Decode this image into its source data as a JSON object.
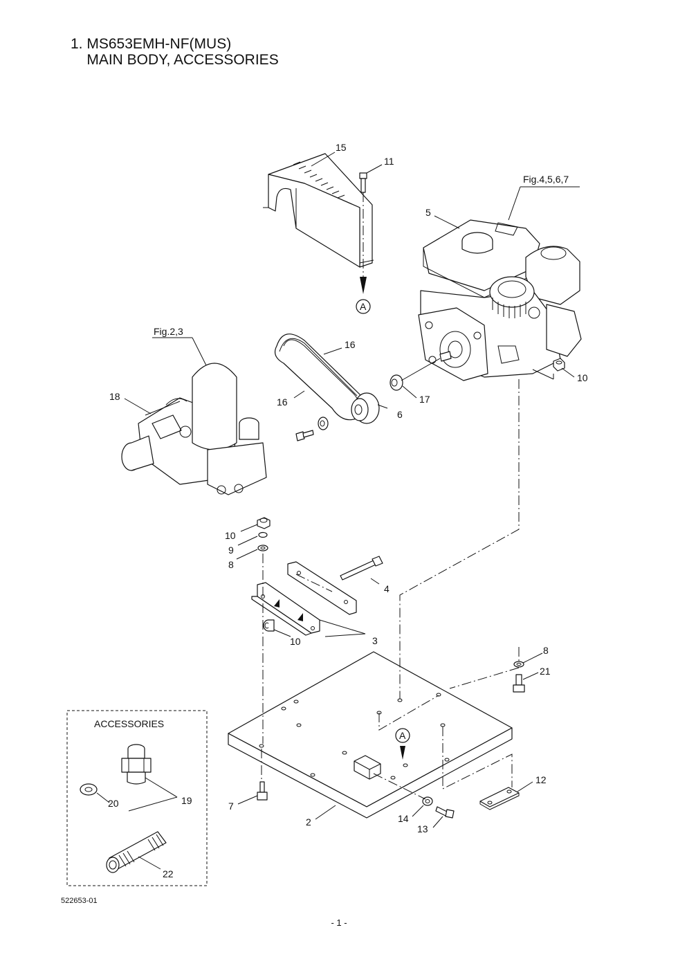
{
  "title": {
    "line1": "1. MS653EMH-NF(MUS)",
    "line2": "    MAIN BODY, ACCESSORIES"
  },
  "callouts": {
    "c15": "15",
    "c11": "11",
    "fig4567": "Fig.4,5,6,7",
    "c5": "5",
    "markA1": "A",
    "fig23": "Fig.2,3",
    "c16a": "16",
    "c16b": "16",
    "c18": "18",
    "c6": "6",
    "c17": "17",
    "c10a": "10",
    "c10b": "10",
    "c9": "9",
    "c8a": "8",
    "c4": "4",
    "c3": "3",
    "c10c": "10",
    "c8b": "8",
    "c21": "21",
    "markA2": "A",
    "c12": "12",
    "c7": "7",
    "c2": "2",
    "c14": "14",
    "c13": "13",
    "accessories_heading": "ACCESSORIES",
    "c19": "19",
    "c20": "20",
    "c22": "22"
  },
  "doc_number": "522653-01",
  "page_number": "- 1 -"
}
